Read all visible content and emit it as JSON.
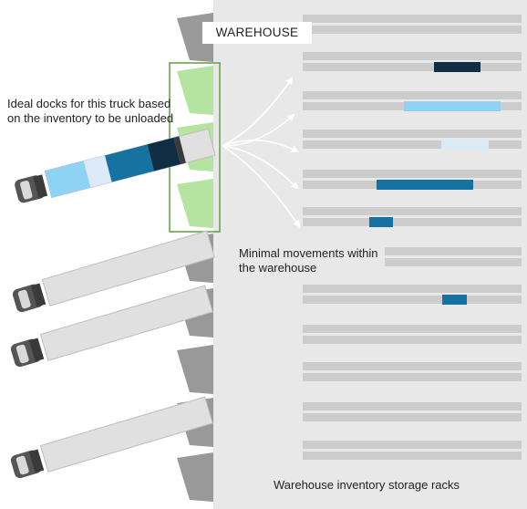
{
  "labels": {
    "warehouse": "WAREHOUSE",
    "dock_note": "Ideal docks for this truck based on the inventory to be unloaded",
    "movement_note": "Minimal movements within the warehouse",
    "racks_note": "Warehouse inventory storage racks"
  },
  "colors": {
    "warehouse_floor": "#e8e8e8",
    "rack_bar": "#cccccc",
    "dock_default": "#999999",
    "dock_ideal": "#b5e3a0",
    "dock_highlight_border": "#5a9e45",
    "trailer": "#e0e0e0",
    "arrow": "#ffffff",
    "cargo_dark_navy": "#0f2d45",
    "cargo_light_blue": "#8fd3f4",
    "cargo_pale_blue": "#dce9f7",
    "cargo_teal_blue": "#1572a1"
  },
  "truck_cargo": [
    "cargo_light_blue",
    "cargo_pale_blue",
    "cargo_teal_blue",
    "cargo_dark_navy"
  ],
  "trucks": [
    {
      "id": "loaded",
      "cargo": true
    },
    {
      "id": "empty-1",
      "cargo": false
    },
    {
      "id": "empty-2",
      "cargo": false
    },
    {
      "id": "empty-3",
      "cargo": false
    }
  ],
  "docks": [
    {
      "id": "dock-1",
      "ideal": false
    },
    {
      "id": "dock-2",
      "ideal": true
    },
    {
      "id": "dock-3",
      "ideal": true
    },
    {
      "id": "dock-4",
      "ideal": true
    },
    {
      "id": "dock-5",
      "ideal": false
    },
    {
      "id": "dock-6",
      "ideal": false
    },
    {
      "id": "dock-7",
      "ideal": false
    },
    {
      "id": "dock-8",
      "ideal": false
    },
    {
      "id": "dock-9",
      "ideal": false
    }
  ],
  "racks": [
    {
      "id": "rack-1",
      "item": null
    },
    {
      "id": "rack-2",
      "item": "cargo_dark_navy"
    },
    {
      "id": "rack-3",
      "item": "cargo_light_blue"
    },
    {
      "id": "rack-4",
      "item": "cargo_pale_blue"
    },
    {
      "id": "rack-5",
      "item": "cargo_teal_blue"
    },
    {
      "id": "rack-6",
      "item": "cargo_teal_blue"
    },
    {
      "id": "rack-7",
      "item": null
    },
    {
      "id": "rack-8",
      "item": "cargo_teal_blue"
    },
    {
      "id": "rack-9",
      "item": null
    },
    {
      "id": "rack-10",
      "item": null
    },
    {
      "id": "rack-11",
      "item": null
    },
    {
      "id": "rack-12",
      "item": null
    }
  ],
  "flow_arrows": 5
}
